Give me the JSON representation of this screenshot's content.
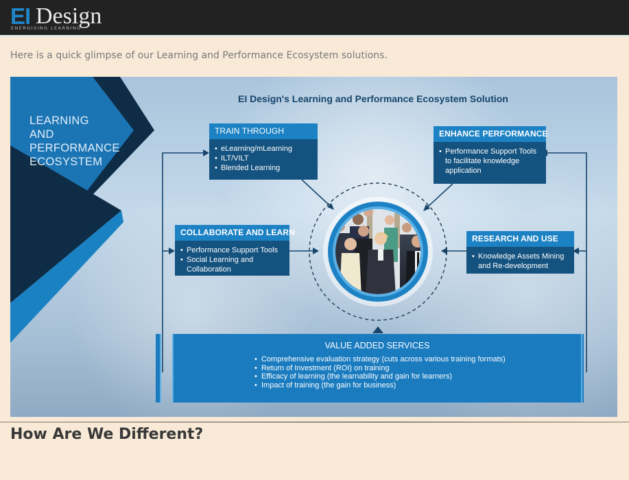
{
  "header": {
    "logo": {
      "brand_ei": "EI",
      "brand_design": "Design",
      "tagline": "ENERGISING LEARNING"
    }
  },
  "intro_text": "Here is a quick glimpse of our Learning and Performance Ecosystem solutions.",
  "diagram": {
    "side_title": [
      "LEARNING",
      "AND",
      "PERFORMANCE",
      "ECOSYSTEM"
    ],
    "title": "EI Design's Learning and Performance Ecosystem Solution",
    "colors": {
      "box_header": "#1d82c4",
      "box_body": "#14527f",
      "connector": "#17456b",
      "ring": "#1d82c4"
    },
    "boxes": {
      "train_through": {
        "title": "TRAIN THROUGH",
        "items": [
          "eLearning/mLearning",
          "ILT/VILT",
          "Blended Learning"
        ]
      },
      "enhance_performance": {
        "title": "ENHANCE PERFORMANCE",
        "items": [
          "Performance Support Tools to facilitate knowledge application"
        ]
      },
      "collaborate_and_learn": {
        "title": "COLLABORATE AND LEARN",
        "items": [
          "Performance Support Tools",
          "Social Learning and Collaboration"
        ]
      },
      "research_and_use": {
        "title": "RESEARCH AND USE",
        "items": [
          "Knowledge Assets Mining and Re-development"
        ]
      },
      "value_added_services": {
        "title": "VALUE ADDED SERVICES",
        "items": [
          "Comprehensive evaluation strategy (cuts across various training formats)",
          "Return of Investment (ROI) on training",
          "Efficacy of learning (the learnability and gain for learners)",
          "Impact of training (the gain for business)"
        ]
      }
    },
    "center_image": "team-group-photo"
  },
  "section_heading": "How Are We Different?"
}
